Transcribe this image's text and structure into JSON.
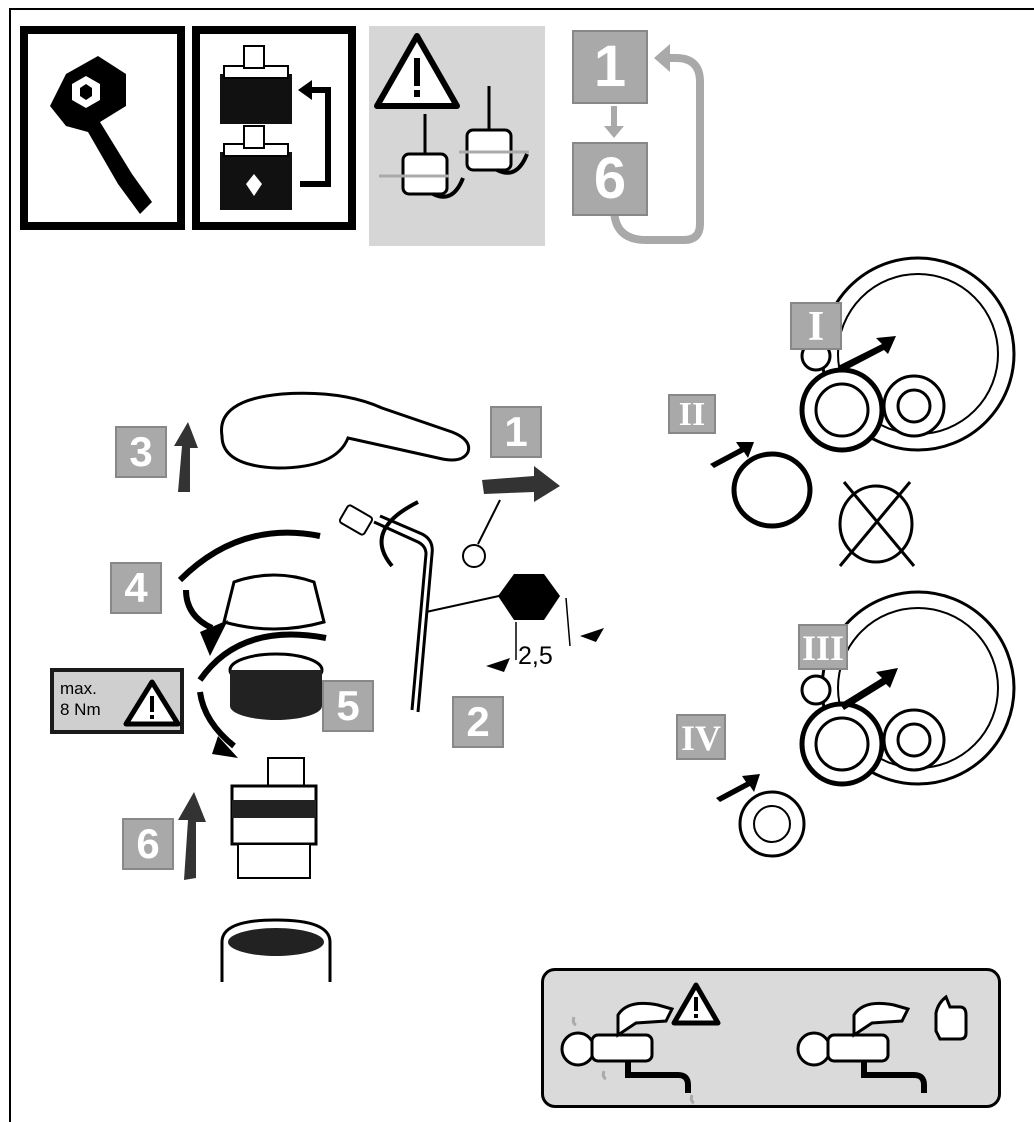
{
  "top_icons": [
    "wrench-icon",
    "cartridge-replace-icon",
    "warning-shutoff-valves-icon",
    "repeat-steps-icon"
  ],
  "sequence": {
    "from": "1",
    "to": "6"
  },
  "steps": {
    "s1": "1",
    "s2": "2",
    "s3": "3",
    "s4": "4",
    "s5": "5",
    "s6": "6"
  },
  "roman_steps": {
    "r1": "I",
    "r2": "II",
    "r3": "III",
    "r4": "IV"
  },
  "torque_note": {
    "text": "max.\n8 Nm"
  },
  "hex_key_size": "2,5",
  "colors": {
    "badge": "#a9a9a9",
    "panel_gray": "#d6d6d6",
    "ink": "#000000"
  }
}
